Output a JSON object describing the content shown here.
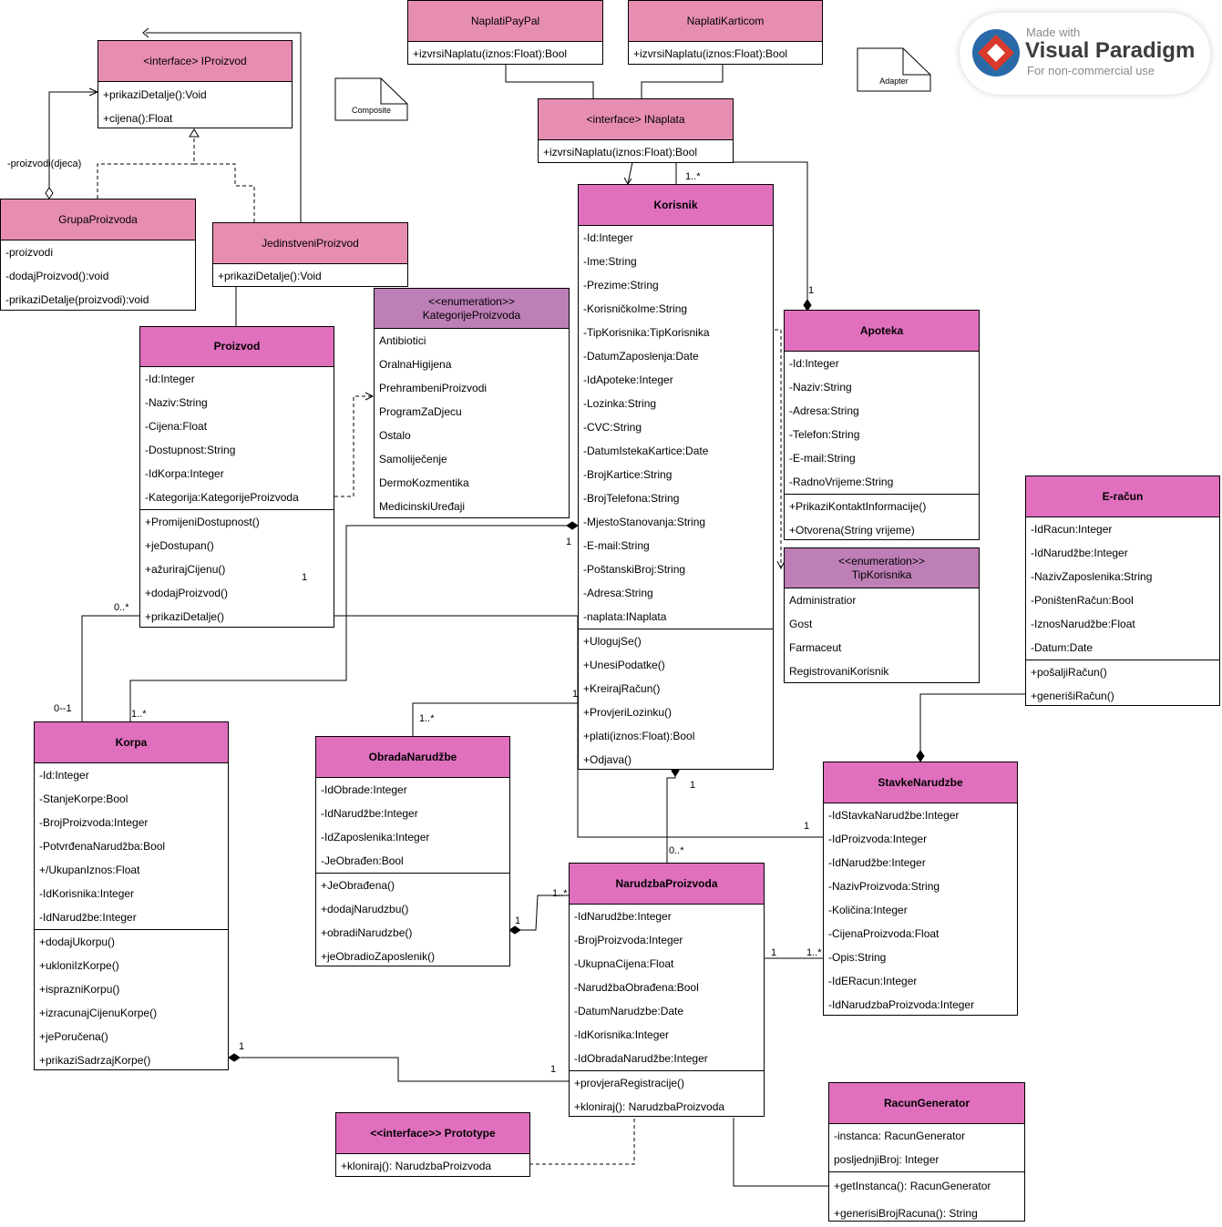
{
  "colors": {
    "header_light": "#e88db2",
    "header_bold": "#e070be",
    "header_enum": "#bd7fb6",
    "line": "#000000"
  },
  "classes": {
    "iproizvod": {
      "title": "<interface> IProizvod",
      "ops": [
        "+prikaziDetalje():Void",
        "+cijena():Float"
      ]
    },
    "naplati_paypal": {
      "title": "NaplatiPayPal",
      "ops": [
        "+izvrsiNaplatu(iznos:Float):Bool"
      ]
    },
    "naplati_karticom": {
      "title": "NaplatiKarticom",
      "ops": [
        "+izvrsiNaplatu(iznos:Float):Bool"
      ]
    },
    "inaplata": {
      "title": "<interface> INaplata",
      "ops": [
        "+izvrsiNaplatu(iznos:Float):Bool"
      ]
    },
    "grupa_proizvoda": {
      "title": "GrupaProizvoda",
      "ops": [
        "-proizvodi",
        "-dodajProizvod():void",
        "-prikaziDetalje(proizvodi):void"
      ]
    },
    "jedinstveni_proizvod": {
      "title": "JedinstveniProizvod",
      "ops": [
        "+prikaziDetalje():Void"
      ]
    },
    "kategorije_proizvoda": {
      "stereotype": "<<enumeration>>",
      "title": "KategorijeProizvoda",
      "values": [
        "Antibiotici",
        "OralnaHigijena",
        "PrehrambeniProizvodi",
        "ProgramZaDjecu",
        "Ostalo",
        "Samoliječenje",
        "DermoKozmentika",
        "MedicinskiUređaji"
      ]
    },
    "proizvod": {
      "title": "Proizvod",
      "attrs": [
        "-Id:Integer",
        "-Naziv:String",
        "-Cijena:Float",
        "-Dostupnost:String",
        "-IdKorpa:Integer",
        "-Kategorija:KategorijeProizvoda"
      ],
      "ops": [
        "+PromijeniDostupnost()",
        "+jeDostupan()",
        "+ažurirajCijenu()",
        "+dodajProizvod()",
        "+prikaziDetalje()"
      ]
    },
    "korisnik": {
      "title": "Korisnik",
      "attrs": [
        "-Id:Integer",
        "-Ime:String",
        "-Prezime:String",
        "-KorisničkoIme:String",
        "-TipKorisnika:TipKorisnika",
        "-DatumZaposlenja:Date",
        "-IdApoteke:Integer",
        "-Lozinka:String",
        "-CVC:String",
        "-DatumIstekaKartice:Date",
        "-BrojKartice:String",
        "-BrojTelefona:String",
        "-MjestoStanovanja:String",
        "-E-mail:String",
        "-PoštanskiBroj:String",
        "-Adresa:String",
        "-naplata:INaplata"
      ],
      "ops": [
        "+UlogujSe()",
        "+UnesiPodatke()",
        "+KreirajRačun()",
        "+ProvjeriLozinku()",
        "+plati(iznos:Float):Bool",
        "+Odjava()"
      ]
    },
    "apoteka": {
      "title": "Apoteka",
      "attrs": [
        "-Id:Integer",
        "-Naziv:String",
        "-Adresa:String",
        "-Telefon:String",
        "-E-mail:String",
        "-RadnoVrijeme:String"
      ],
      "ops": [
        "+PrikaziKontaktInformacije()",
        "+Otvorena(String vrijeme)"
      ]
    },
    "tip_korisnika": {
      "stereotype": "<<enumeration>>",
      "title": "TipKorisnika",
      "values": [
        "Administratior",
        "Gost",
        "Farmaceut",
        "RegistrovaniKorisnik"
      ]
    },
    "e_racun": {
      "title": "E-račun",
      "attrs": [
        "-IdRacun:Integer",
        "-IdNarudžbe:Integer",
        "-NazivZaposlenika:String",
        "-PoništenRačun:Bool",
        "-IznosNarudžbe:Float",
        "-Datum:Date"
      ],
      "ops": [
        "+pošaljiRačun()",
        "+generišiRačun()"
      ]
    },
    "korpa": {
      "title": "Korpa",
      "attrs": [
        "-Id:Integer",
        "-StanjeKorpe:Bool",
        "-BrojProizvoda:Integer",
        "-PotvrđenaNarudžba:Bool",
        "+/UkupanIznos:Float",
        "-IdKorisnika:Integer",
        "-IdNarudžbe:Integer"
      ],
      "ops": [
        "+dodajUkorpu()",
        "+ukloniIzKorpe()",
        "+isprazniKorpu()",
        "+izracunajCijenuKorpe()",
        "+jePoručena()",
        "+prikaziSadrzajKorpe()"
      ]
    },
    "obrada_narudzbe": {
      "title": "ObradaNarudžbe",
      "attrs": [
        "-IdObrade:Integer",
        "-IdNarudžbe:Integer",
        "-IdZaposlenika:Integer",
        "-JeObrađen:Bool"
      ],
      "ops": [
        "+JeObrađena()",
        "+dodajNarudzbu()",
        "+obradiNarudzbe()",
        "+jeObradioZaposlenik()"
      ]
    },
    "stavke_narudzbe": {
      "title": "StavkeNarudzbe",
      "attrs": [
        "-IdStavkaNarudžbe:Integer",
        "-IdProizvoda:Integer",
        "-IdNarudžbe:Integer",
        "-NazivProizvoda:String",
        "-Količina:Integer",
        "-CijenaProizvoda:Float",
        "-Opis:String",
        "-IdERacun:Integer",
        "-IdNarudzbaProizvoda:Integer"
      ]
    },
    "narudzba_proizvoda": {
      "title": "NarudzbaProizvoda",
      "attrs": [
        "-IdNarudžbe:Integer",
        "-BrojProizvoda:Integer",
        "-UkupnaCijena:Float",
        "-NarudžbaObrađena:Bool",
        "-DatumNarudzbe:Date",
        "-IdKorisnika:Integer",
        "-IdObradaNarudžbe:Integer"
      ],
      "ops": [
        "+provjeraRegistracije()",
        "+kloniraj(): NarudzbaProizvoda"
      ]
    },
    "prototype": {
      "title": "<<interface>> Prototype",
      "ops": [
        "+kloniraj(): NarudzbaProizvoda"
      ]
    },
    "racun_generator": {
      "title": "RacunGenerator",
      "attrs": [
        "-instanca: RacunGenerator",
        "posljednjiBroj: Integer"
      ],
      "ops": [
        "+getInstanca(): RacunGenerator",
        "+generisiBrojRacuna(): String"
      ]
    }
  },
  "notes": {
    "composite": "Composite",
    "adapter": "Adapter"
  },
  "multiplicities": {
    "korisnik_inaplata": "1..*",
    "apoteka_korisnik": "1",
    "proizvod_korpa_1": "1",
    "proizvod_korpa_0n": "0..*",
    "korpa_proizvod_01": "0--1",
    "korpa_korisnik": "1..*",
    "korisnik_korpa": "1",
    "obrada_korisnik": "1..*",
    "korisnik_obrada": "1",
    "korisnik_narudzba_1": "1",
    "korisnik_narudzba_0n": "0..*",
    "stavke_korisnik": "1",
    "narudzba_obrada_1n": "1..*",
    "obrada_narudzba_1": "1",
    "narudzba_stavke_1": "1",
    "stavke_narudzba_1n": "1..*",
    "korpa_narudzba_1": "1",
    "narudzba_korpa_1": "1"
  },
  "edge_labels": {
    "proizvodi_djeca": "-proizvodi(djeca)"
  },
  "watermark": {
    "made": "Made with",
    "brand": "Visual Paradigm",
    "sub": "For non-commercial use"
  }
}
